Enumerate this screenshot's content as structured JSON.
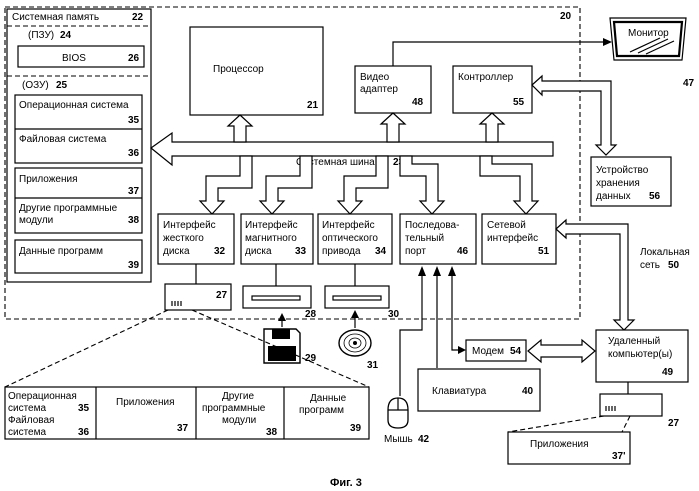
{
  "system_number": "20",
  "system_memory": {
    "label": "Системная память",
    "num": "22"
  },
  "rom": {
    "label": "(ПЗУ)",
    "num": "24"
  },
  "bios": {
    "label": "BIOS",
    "num": "26"
  },
  "ram": {
    "label": "(ОЗУ)",
    "num": "25"
  },
  "os": {
    "label": "Операционная система",
    "num": "35"
  },
  "fs": {
    "label": "Файловая система",
    "num": "36"
  },
  "apps": {
    "label": "Приложения",
    "num": "37"
  },
  "other_modules": {
    "line1": "Другие программные",
    "line2": "модули",
    "num": "38"
  },
  "prog_data": {
    "label": "Данные программ",
    "num": "39"
  },
  "processor": {
    "label": "Процессор",
    "num": "21"
  },
  "video": {
    "line1": "Видео",
    "line2": "адаптер",
    "num": "48"
  },
  "controller": {
    "label": "Контроллер",
    "num": "55"
  },
  "monitor": {
    "label": "Монитор",
    "num": "47"
  },
  "storage": {
    "line1": "Устройство",
    "line2": "хранения",
    "line3": "данных",
    "num": "56"
  },
  "bus": {
    "label": "Системная шина",
    "num": "23"
  },
  "hdd_if": {
    "line1": "Интерфейс",
    "line2": "жесткого",
    "line3": "диска",
    "num": "32"
  },
  "fdd_if": {
    "line1": "Интерфейс",
    "line2": "магнитного",
    "line3": "диска",
    "num": "33"
  },
  "odd_if": {
    "line1": "Интерфейс",
    "line2": "оптического",
    "line3": "привода",
    "num": "34"
  },
  "serial": {
    "line1": "Последова-",
    "line2": "тельный",
    "line3": "порт",
    "num": "46"
  },
  "network_if": {
    "line1": "Сетевой",
    "line2": "интерфейс",
    "num": "51"
  },
  "hdd": {
    "num": "27"
  },
  "fdd": {
    "num": "28"
  },
  "floppy": {
    "num": "29"
  },
  "odd": {
    "num": "30"
  },
  "cd": {
    "num": "31"
  },
  "lan": {
    "line1": "Локальная",
    "line2": "сеть",
    "num": "50"
  },
  "remote": {
    "line1": "Удаленный",
    "line2": "компьютер(ы)",
    "num": "49"
  },
  "modem": {
    "label": "Модем",
    "num": "54"
  },
  "keyboard": {
    "label": "Клавиатура",
    "num": "40"
  },
  "mouse": {
    "label": "Мышь",
    "num": "42"
  },
  "remote_hdd": {
    "num": "27"
  },
  "remote_apps": {
    "label": "Приложения",
    "num": "37'"
  },
  "bottom_table": {
    "c1_l1": "Операционная",
    "c1_l2": "система",
    "c1_n1": "35",
    "c1_l3": "Файловая",
    "c1_l4": "система",
    "c1_n2": "36",
    "c2_l1": "Приложения",
    "c2_n": "37",
    "c3_l1": "Другие",
    "c3_l2": "программные",
    "c3_l3": "модули",
    "c3_n": "38",
    "c4_l1": "Данные",
    "c4_l2": "программ",
    "c4_n": "39"
  },
  "caption": "Фиг. 3"
}
